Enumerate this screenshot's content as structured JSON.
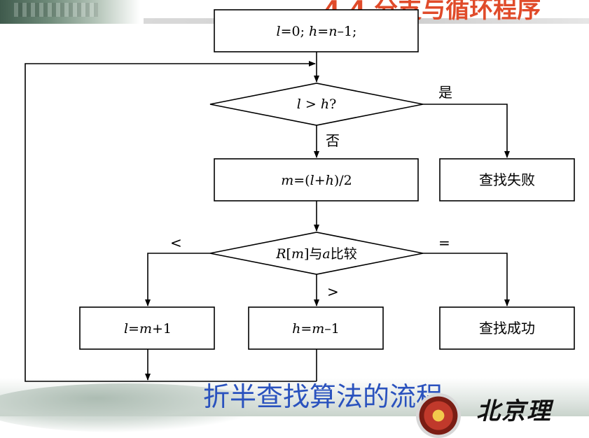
{
  "header": {
    "title": "4.4 分支与循环程序"
  },
  "flowchart": {
    "init": {
      "parts": [
        "l",
        "=0; ",
        "h",
        "=",
        "n",
        "–1;"
      ]
    },
    "loop_test": {
      "parts": [
        "l",
        " > ",
        "h",
        "?"
      ]
    },
    "midpoint": {
      "parts": [
        "m",
        "=(",
        "l",
        "+",
        "h",
        ")/2"
      ]
    },
    "compare": {
      "parts": [
        "R",
        "[",
        "m",
        "]与",
        "a",
        "比较"
      ]
    },
    "set_low": {
      "parts": [
        "l",
        "=",
        "m",
        "+1"
      ]
    },
    "set_high": {
      "parts": [
        "h",
        "=",
        "m",
        "–1"
      ]
    },
    "fail": {
      "label": "查找失败"
    },
    "success": {
      "label": "查找成功"
    },
    "edge_labels": {
      "yes": "是",
      "no": "否",
      "less": "<",
      "greater": ">",
      "equal": "="
    }
  },
  "footer": {
    "caption": "折半查找算法的流程",
    "institution": "北京理"
  }
}
